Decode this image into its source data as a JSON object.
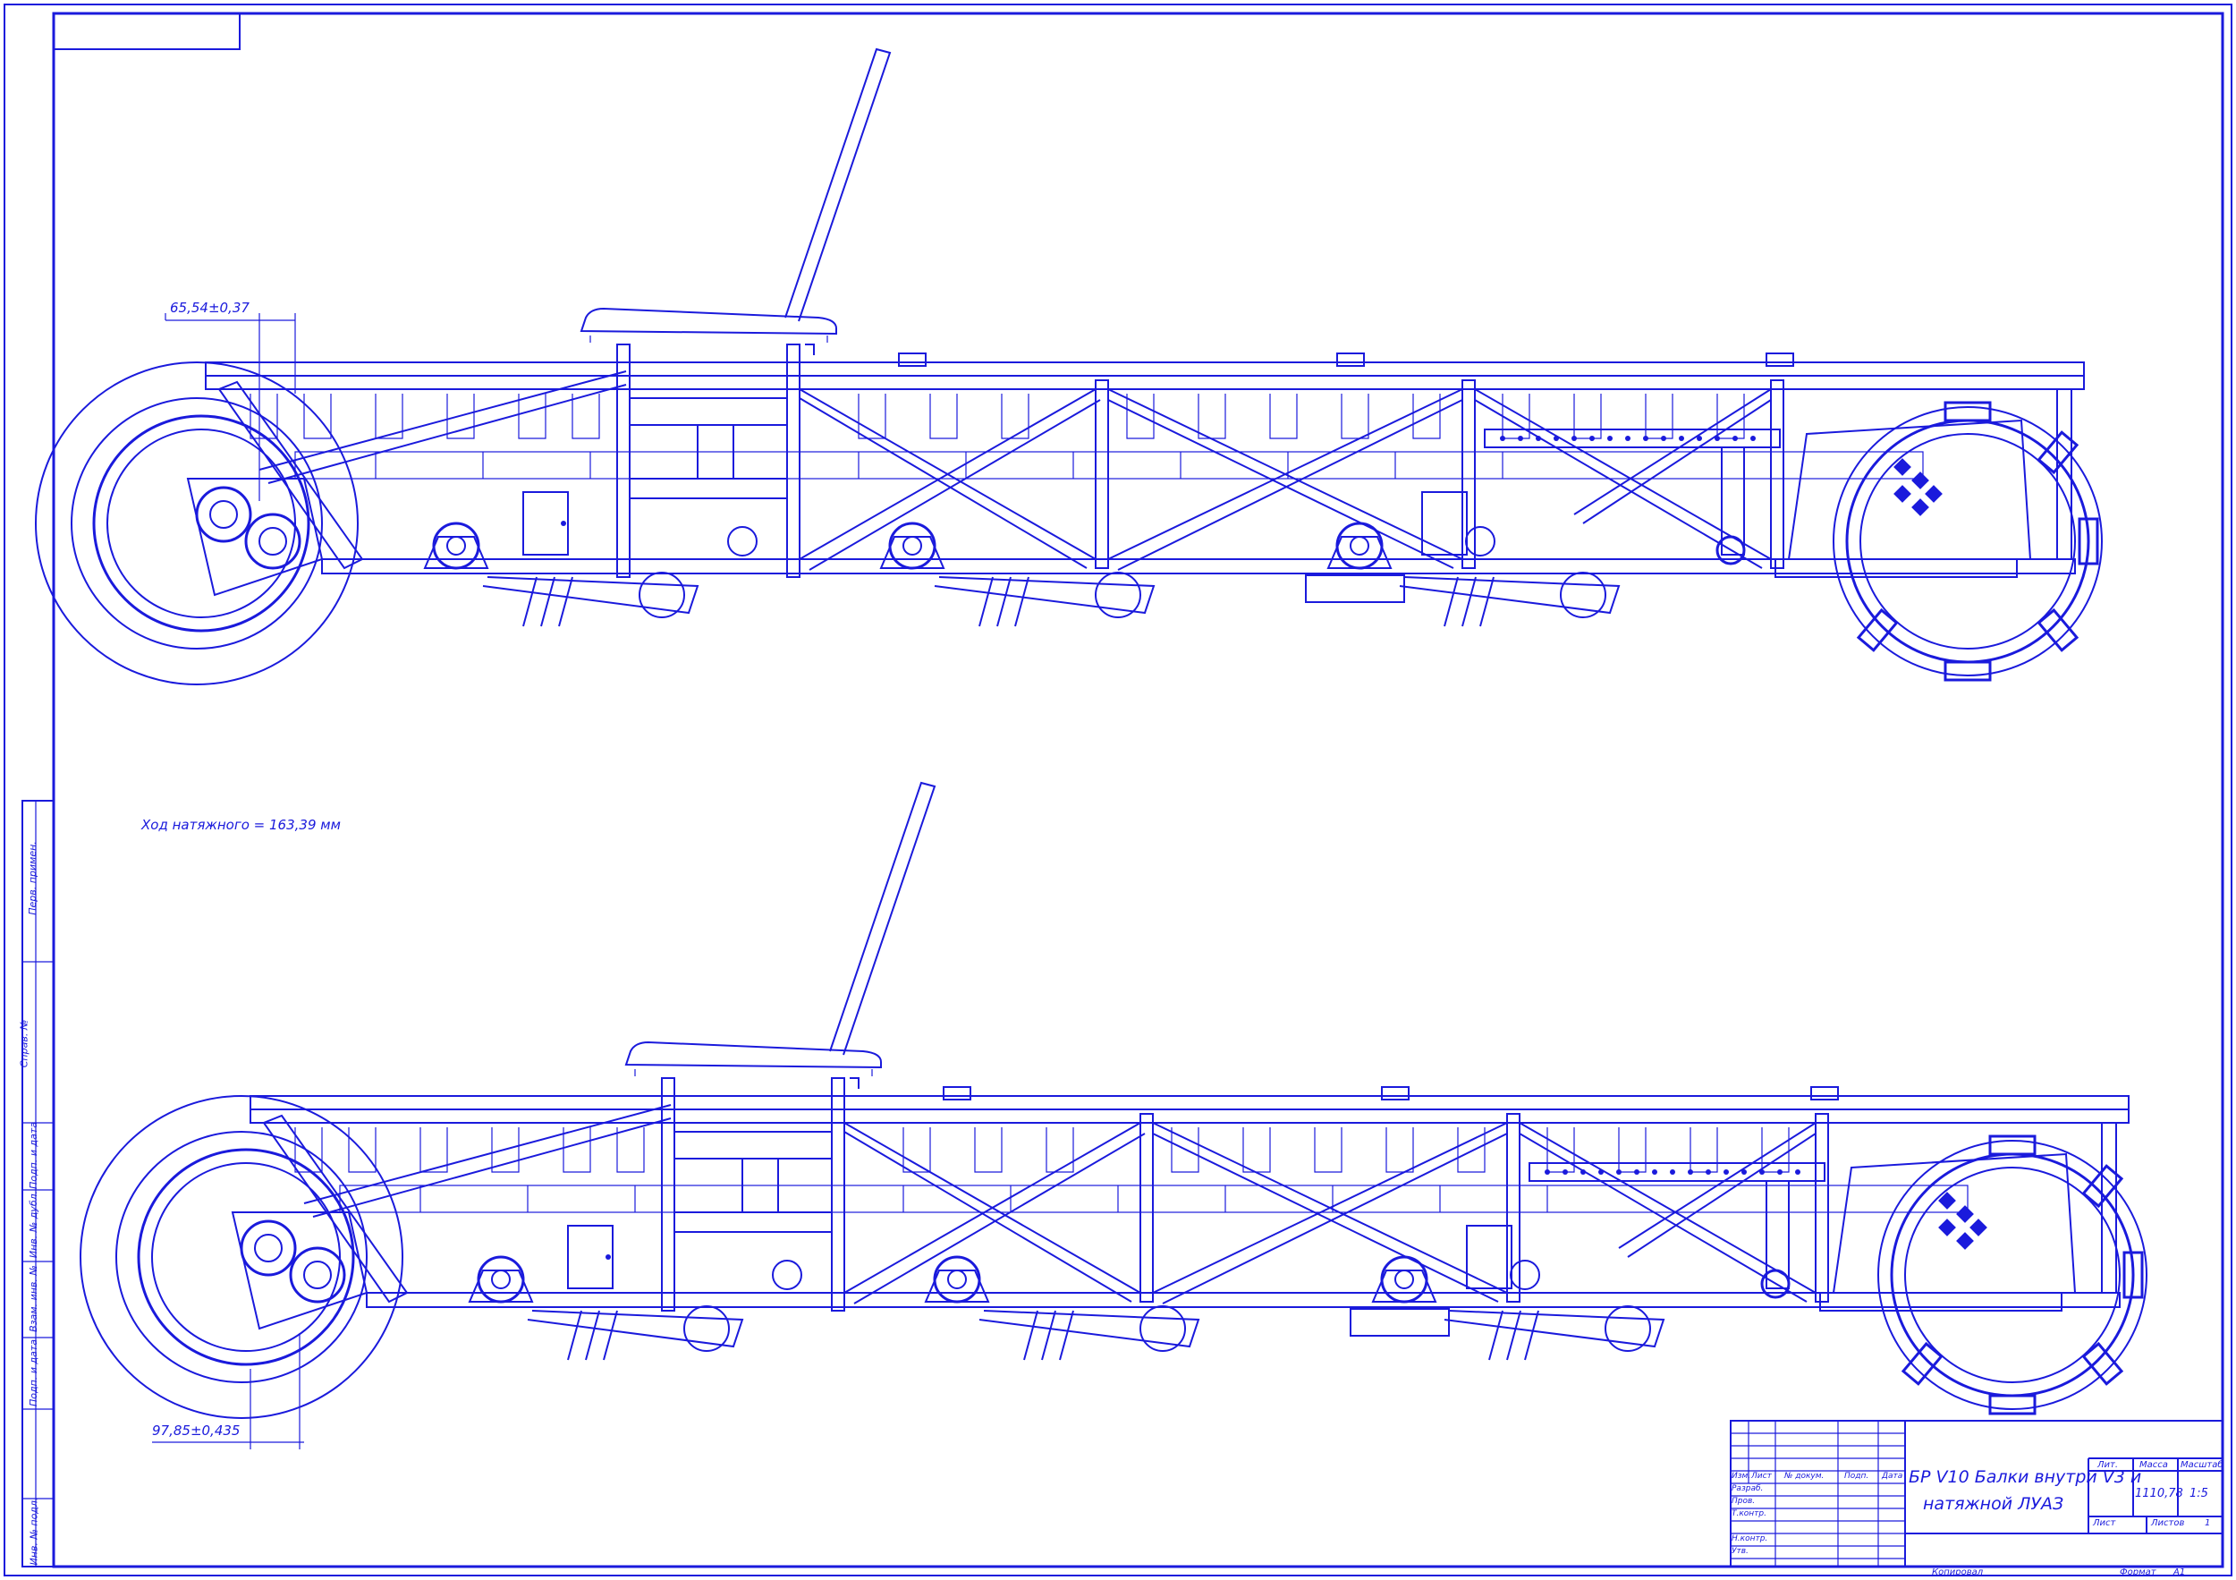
{
  "drawing": {
    "dim_top": "65,54±0,37",
    "dim_bottom": "97,85±0,435",
    "tension_travel": "Ход натяжного = 163,39 мм"
  },
  "side_stamp": [
    "Перв. примен.",
    "Справ. №",
    "Подп. и дата",
    "Инв. № дубл.",
    "Взам. инв. №",
    "Подп. и дата",
    "Инв. № подл."
  ],
  "title_block": {
    "title_line1": "БР V10 Балки внутри V3 и",
    "title_line2": "натяжной ЛУАЗ",
    "col_headers": [
      "Изм.",
      "Лист",
      "№ докум.",
      "Подп.",
      "Дата"
    ],
    "roles": [
      "Разраб.",
      "Пров.",
      "Т.контр.",
      "",
      "Н.контр.",
      "Утв."
    ],
    "lit_label": "Лит.",
    "mass_label": "Масса",
    "scale_label": "Масштаб",
    "mass_value": "1110,78",
    "scale_value": "1:5",
    "sheet_label": "Лист",
    "sheets_label": "Листов",
    "sheets_value": "1",
    "copied": "Копировал",
    "format_label": "Формат",
    "format_value": "A1"
  }
}
